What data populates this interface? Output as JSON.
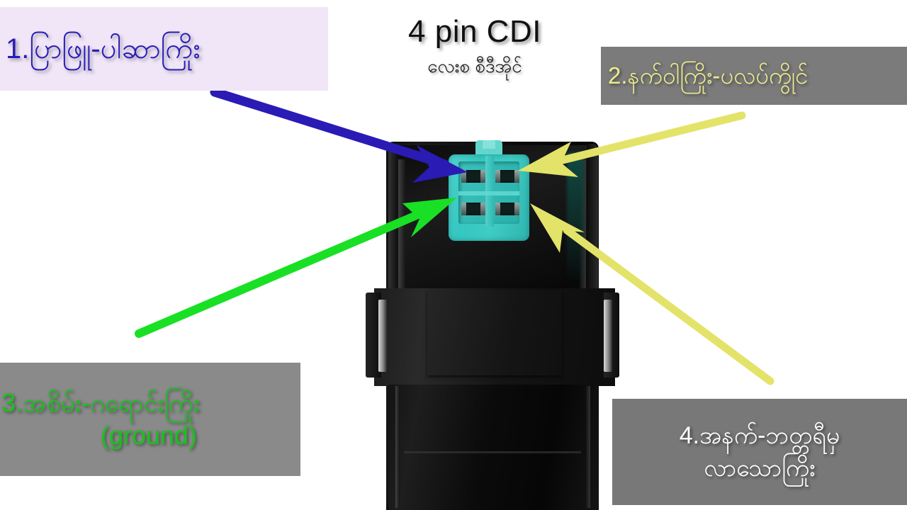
{
  "title": {
    "main": "4 pin CDI",
    "subtitle": "လေးစ စီဒီအိုင်"
  },
  "labels": [
    {
      "id": "label-1",
      "number": "1",
      "lines": [
        "1.ပြာဖြူ-ပါဆာကြိုး"
      ],
      "text_color": "#2a1bb5",
      "box_color": "#f0e6f7",
      "arrow_color": "#2a1bb5"
    },
    {
      "id": "label-2",
      "number": "2",
      "lines": [
        "2.နက်ဝါကြိုး-ပလပ်ကွိုင်"
      ],
      "text_color": "#ecec8e",
      "box_color": "#7b7b7b",
      "arrow_color": "#e3e36a"
    },
    {
      "id": "label-3",
      "number": "3",
      "lines": [
        "3.အစိမ်း-ဂရောင်းကြိုး",
        "(ground)"
      ],
      "text_color": "#18c21d",
      "box_color": "#8a8a8a",
      "arrow_color": "#19e024"
    },
    {
      "id": "label-4",
      "number": "4",
      "lines": [
        "4.အနက်-ဘတ္တရီမှ",
        "လာသောကြိုး"
      ],
      "text_color": "#ffffff",
      "box_color": "#787878",
      "arrow_color": "#e3e36a"
    }
  ],
  "device": {
    "name": "4 pin CDI unit",
    "body_color": "#111111",
    "connector_color": "#3fccc5",
    "pin_count": "4"
  },
  "arrows": [
    {
      "name": "arrow-pin-1",
      "color": "#2a1bb5",
      "from": "303,130",
      "to": "657,242"
    },
    {
      "name": "arrow-pin-2",
      "color": "#e3e36a",
      "from": "1047,163",
      "to": "733,240"
    },
    {
      "name": "arrow-pin-3",
      "color": "#19e024",
      "from": "196,471",
      "to": "643,281"
    },
    {
      "name": "arrow-pin-4",
      "color": "#e3e36a",
      "from": "1087,538",
      "to": "749,286"
    }
  ]
}
